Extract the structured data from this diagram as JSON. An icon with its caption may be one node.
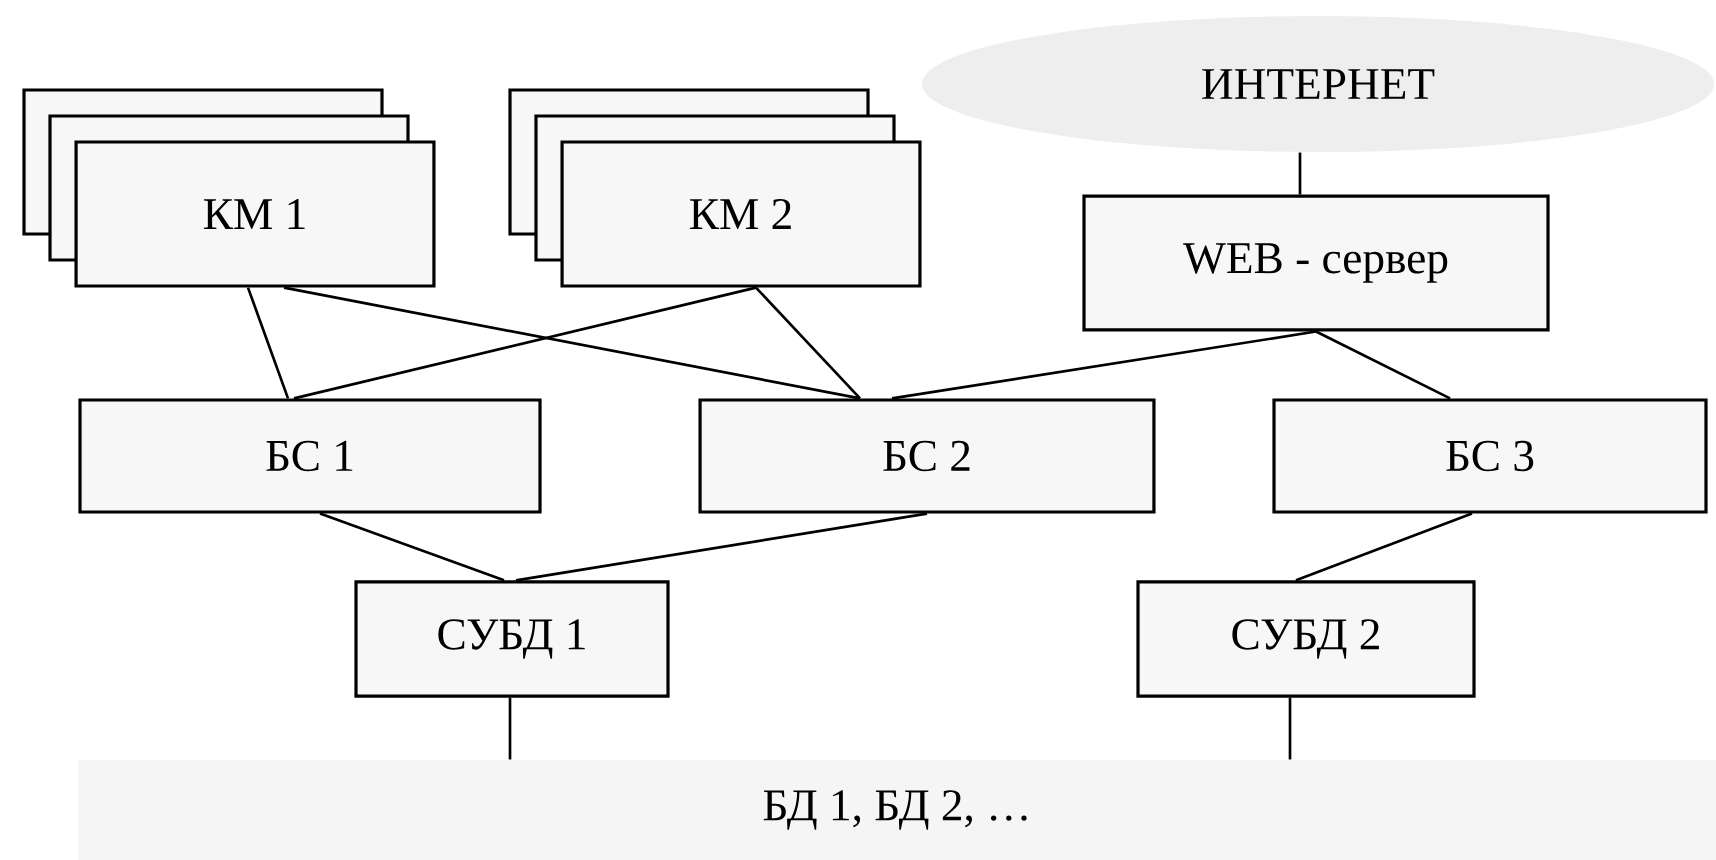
{
  "diagram": {
    "nodes": [
      {
        "text": [
          "ИНТЕРНЕТ"
        ]
      },
      {
        "text": [
          "КМ 1"
        ]
      },
      {
        "text": [
          "КМ 2"
        ]
      },
      {
        "text": [
          "WEB - сервер"
        ]
      },
      {
        "text": [
          "БС 1"
        ]
      },
      {
        "text": [
          "БС 2"
        ]
      },
      {
        "text": [
          "БС 3"
        ]
      },
      {
        "text": [
          "СУБД 1"
        ]
      },
      {
        "text": [
          "СУБД 2"
        ]
      },
      {
        "text": [
          "БД 1,  БД 2, …"
        ]
      }
    ],
    "edges": [
      {
        "from": 1,
        "to": 4,
        "arrow": "none"
      },
      {
        "from": 1,
        "to": 5,
        "arrow": "none"
      },
      {
        "from": 2,
        "to": 4,
        "arrow": "none"
      },
      {
        "from": 2,
        "to": 5,
        "arrow": "none"
      },
      {
        "from": 0,
        "to": 3,
        "arrow": "none"
      },
      {
        "from": 3,
        "to": 5,
        "arrow": "none"
      },
      {
        "from": 3,
        "to": 6,
        "arrow": "none"
      },
      {
        "from": 4,
        "to": 7,
        "arrow": "none"
      },
      {
        "from": 5,
        "to": 7,
        "arrow": "none"
      },
      {
        "from": 6,
        "to": 8,
        "arrow": "none"
      },
      {
        "from": 7,
        "to": 9,
        "arrow": "none"
      },
      {
        "from": 8,
        "to": 9,
        "arrow": "none"
      }
    ]
  }
}
